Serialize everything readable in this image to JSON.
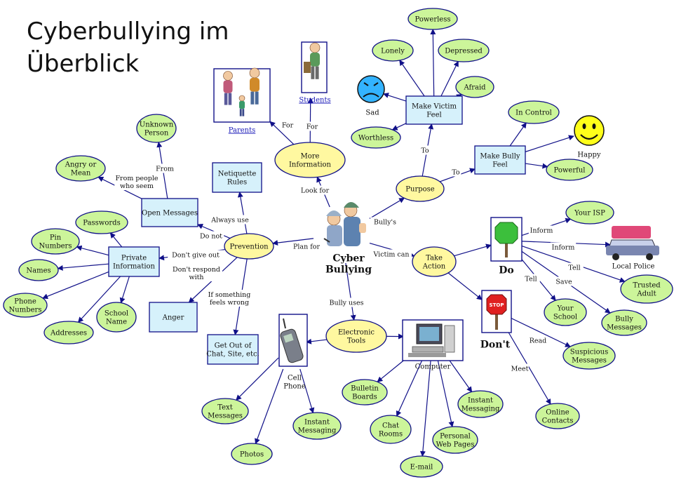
{
  "title": "Cyberbullying im\nÜberblick",
  "center": {
    "label": "Cyber\nBullying"
  },
  "nodes": {
    "prevention": "Prevention",
    "more_information": "More\nInformation",
    "purpose": "Purpose",
    "take_action": "Take\nAction",
    "electronic_tools": "Electronic\nTools",
    "netiquette_rules": "Netiquette\nRules",
    "open_messages": "Open Messages",
    "private_information": "Private\nInformation",
    "anger": "Anger",
    "get_out": "Get Out of\nChat, Site, etc.",
    "unknown_person": "Unknown\nPerson",
    "angry_or_mean": "Angry or\nMean",
    "passwords": "Passwords",
    "pin_numbers": "Pin\nNumbers",
    "names": "Names",
    "phone_numbers": "Phone\nNumbers",
    "addresses": "Addresses",
    "school_name": "School\nName",
    "make_victim_feel": "Make Victim\nFeel",
    "make_bully_feel": "Make Bully\nFeel",
    "powerless": "Powerless",
    "lonely": "Lonely",
    "depressed": "Depressed",
    "afraid": "Afraid",
    "worthless": "Worthless",
    "in_control": "In Control",
    "powerful": "Powerful",
    "your_isp": "Your ISP",
    "trusted_adult": "Trusted\nAdult",
    "your_school": "Your\nSchool",
    "bully_messages": "Bully\nMessages",
    "suspicious_messages": "Suspicious\nMessages",
    "online_contacts": "Online\nContacts",
    "text_messages": "Text\nMessages",
    "photos": "Photos",
    "instant_messaging_phone": "Instant\nMessaging",
    "bulletin_boards": "Bulletin\nBoards",
    "chat_rooms": "Chat\nRooms",
    "email": "E-mail",
    "personal_web_pages": "Personal\nWeb Pages",
    "instant_messaging_computer": "Instant\nMessaging"
  },
  "image_labels": {
    "parents": "Parents",
    "students": "Students",
    "sad": "Sad",
    "happy": "Happy",
    "local_police": "Local Police",
    "do": "Do",
    "dont": "Don't",
    "cell_phone": "Cell\nPhone",
    "computer": "Computer",
    "stop": "STOP"
  },
  "edge_labels": {
    "plan_for": "Plan for",
    "look_for": "Look for",
    "bullys": "Bully's",
    "victim_can": "Victim can",
    "bully_uses": "Bully uses",
    "always_use": "Always use",
    "do_not": "Do not",
    "dont_give_out": "Don't give out",
    "dont_respond_with": "Don't respond\nwith",
    "if_something": "If something\nfeels wrong",
    "from": "From",
    "from_people": "From people\nwho seem",
    "for_parents": "For",
    "for_students": "For",
    "to_victim": "To",
    "to_bully": "To",
    "inform_isp": "Inform",
    "inform_police": "Inform",
    "tell_adult": "Tell",
    "tell_school": "Tell",
    "save": "Save",
    "read": "Read",
    "meet": "Meet"
  },
  "colors": {
    "ellipse_green": "#ccf59a",
    "ellipse_yellow": "#fff8a0",
    "box_blue": "#d6f1fb",
    "stroke_navy": "#101088"
  }
}
